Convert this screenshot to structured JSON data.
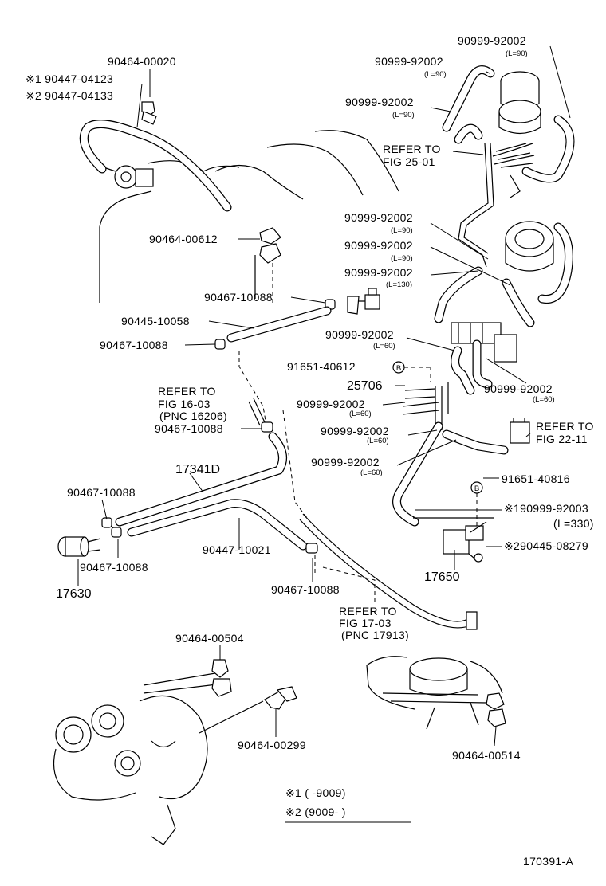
{
  "labels": {
    "p90464_00020": "90464-00020",
    "note1_part": "※1 90447-04123",
    "note2_part": "※2 90447-04133",
    "p90464_00612": "90464-00612",
    "p90467_10088_a": "90467-10088",
    "p90445_10058": "90445-10058",
    "p90467_10088_b": "90467-10088",
    "refer_16_line1": "REFER TO",
    "refer_16_line2": "FIG 16-03",
    "refer_16_line3": "(PNC 16206)",
    "p90467_10088_c": "90467-10088",
    "p17341D": "17341D",
    "p90467_10088_d": "90467-10088",
    "p90467_10088_e": "90467-10088",
    "p17630": "17630",
    "p90447_10021": "90447-10021",
    "p90467_10088_f": "90467-10088",
    "refer_17_line1": "REFER TO",
    "refer_17_line2": "FIG 17-03",
    "refer_17_line3": "(PNC 17913)",
    "p90464_00504": "90464-00504",
    "p90464_00299": "90464-00299",
    "p90464_00514": "90464-00514",
    "hose_top_right": "90999-92002",
    "hose_top_right_len": "(L=90)",
    "hose_2": "90999-92002",
    "hose_2_len": "(L=90)",
    "hose_3": "90999-92002",
    "hose_3_len": "(L=90)",
    "refer_25_line1": "REFER TO",
    "refer_25_line2": "FIG 25-01",
    "hose_4": "90999-92002",
    "hose_4_len": "(L=90)",
    "hose_5": "90999-92002",
    "hose_5_len": "(L=90)",
    "hose_6": "90999-92002",
    "hose_6_len": "(L=130)",
    "hose_7": "90999-92002",
    "hose_7_len": "(L=60)",
    "p91651_40612": "91651-40612",
    "p25706": "25706",
    "hose_8": "90999-92002",
    "hose_8_len": "(L=60)",
    "hose_9": "90999-92002",
    "hose_9_len": "(L=60)",
    "hose_10": "90999-92002",
    "hose_10_len": "(L=60)",
    "hose_11": "90999-92002",
    "hose_11_len": "(L=60)",
    "refer_22_line1": "REFER TO",
    "refer_22_line2": "FIG 22-11",
    "p91651_40816": "91651-40816",
    "note1_hose": "※190999-92003",
    "note1_hose_len": "(L=330)",
    "note2_hose": "※290445-08279",
    "p17650": "17650",
    "bolt_marker_a": "B",
    "bolt_marker_b": "B",
    "legend_1": "※1 (      -9009)",
    "legend_2": "※2 (9009-      )",
    "figure_code": "170391-A"
  }
}
